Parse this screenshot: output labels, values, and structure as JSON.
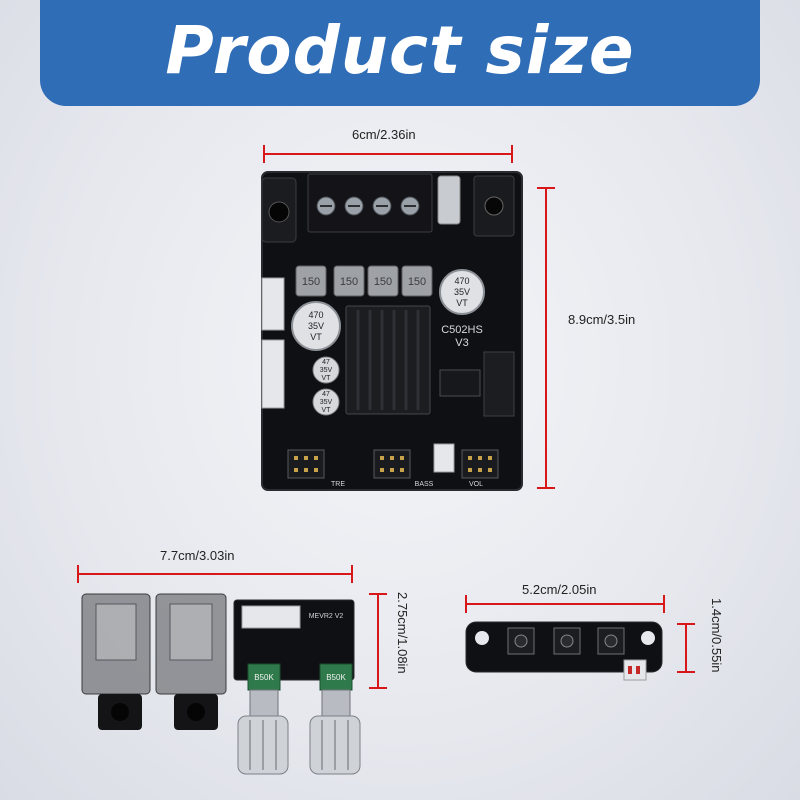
{
  "header": {
    "title": "Product size"
  },
  "main_board": {
    "width_label": "6cm/2.36in",
    "height_label": "8.9cm/3.5in",
    "silkscreen": {
      "model": "C502HS",
      "version": "V3",
      "cap_large_1": [
        "470",
        "35V",
        "VT"
      ],
      "cap_large_2": [
        "470",
        "35V",
        "VT"
      ],
      "cap_small_1": [
        "47",
        "35V",
        "VT"
      ],
      "cap_small_2": [
        "47",
        "35V",
        "VT"
      ],
      "inductor": "150",
      "header_labels": [
        "TRE",
        "BASS",
        "VOL"
      ]
    }
  },
  "tone_board": {
    "width_label": "7.7cm/3.03in",
    "height_label": "2.75cm/1.08in",
    "silkscreen": {
      "model": "MEVR2 V2",
      "pot_1": "B50K",
      "pot_2": "B50K"
    }
  },
  "button_board": {
    "width_label": "5.2cm/2.05in",
    "height_label": "1.4cm/0.55in"
  },
  "colors": {
    "banner": "#2f6db6",
    "dimension_line": "#d81818",
    "pcb": "#101114"
  }
}
